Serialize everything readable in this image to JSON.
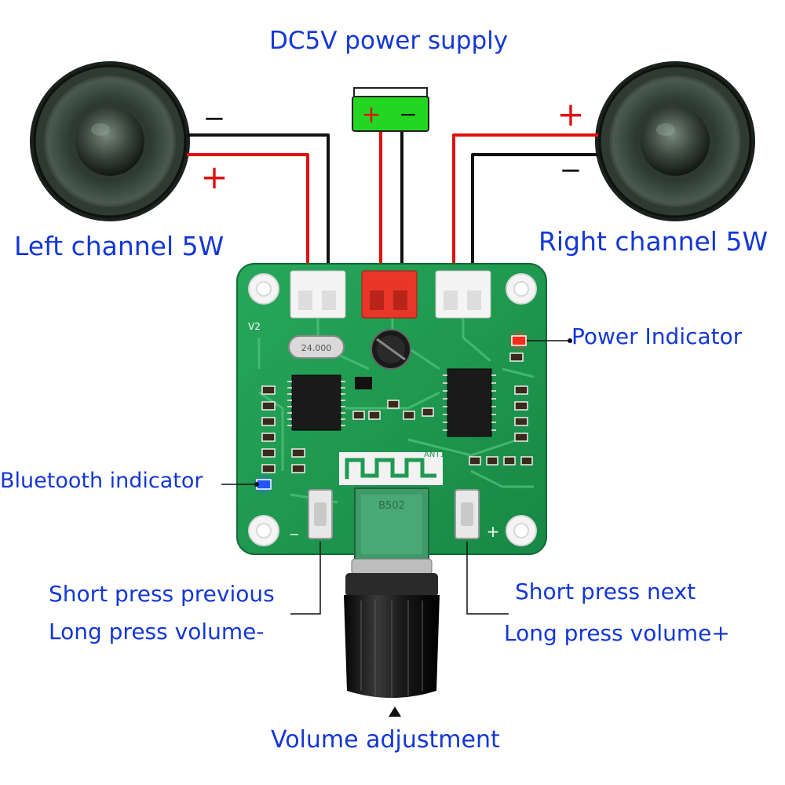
{
  "title": "DC5V power supply",
  "labels": {
    "left_channel": "Left channel  5W",
    "right_channel": "Right channel 5W",
    "power_indicator": "Power Indicator",
    "bluetooth_indicator": "Bluetooth indicator",
    "prev_line1": "Short press previous",
    "prev_line2": "Long press volume-",
    "next_line1": "Short press next",
    "next_line2": "Long press volume+",
    "volume": "Volume adjustment"
  },
  "polarity": {
    "plus": "+",
    "minus": "−"
  },
  "board_marks": {
    "version": "V2",
    "crystal": "24.000",
    "pot": "B502",
    "antenna": "ANT1",
    "key_minus": "−",
    "key_plus": "+"
  },
  "colors": {
    "label_blue": "#1437d6",
    "pcb_green": "#1f9a52",
    "wire_red": "#e01010",
    "wire_black": "#111111",
    "led_red": "#ff2a1a",
    "led_blue": "#2255ff",
    "battery_green": "#22d622"
  }
}
